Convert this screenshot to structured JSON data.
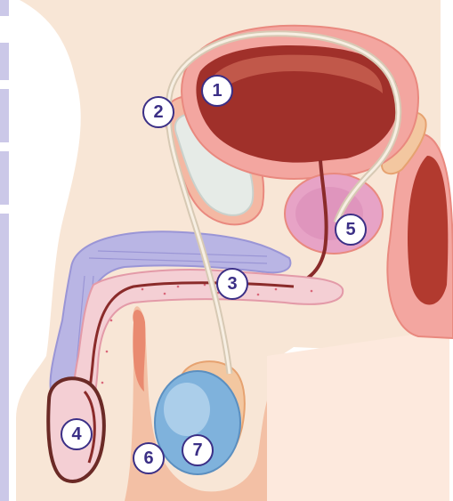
{
  "labels": [
    {
      "id": "1",
      "text": "1"
    },
    {
      "id": "2",
      "text": "2"
    },
    {
      "id": "3",
      "text": "3"
    },
    {
      "id": "4",
      "text": "4"
    },
    {
      "id": "5",
      "text": "5"
    },
    {
      "id": "6",
      "text": "6"
    },
    {
      "id": "7",
      "text": "7"
    }
  ],
  "colors": {
    "skin": "#f8e6d6",
    "skin_dark": "#f1b99a",
    "tissue_outline": "#e9897f",
    "tissue_fill": "#f3a6a0",
    "bladder": "#a0302a",
    "bladder_highlight": "#c1584a",
    "prostate": "#e7a3c6",
    "erectile_tissue": "#b9b5e4",
    "spongy_tissue": "#f4cfd4",
    "bone": "#e6ebe7",
    "testis": "#7fb2dc",
    "epididymis": "#f3c7a0",
    "marker": "#3b2f86",
    "side_bar": "#cbc8e8"
  }
}
